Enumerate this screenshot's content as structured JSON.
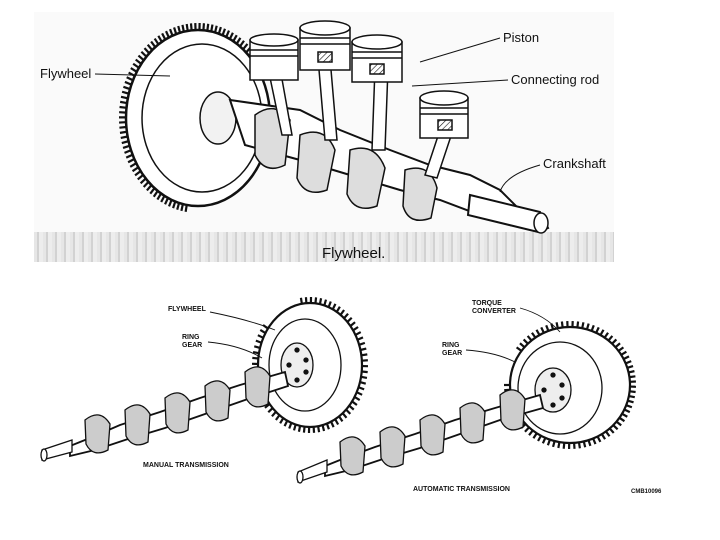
{
  "top_figure": {
    "labels": {
      "flywheel": "Flywheel",
      "piston": "Piston",
      "connecting_rod": "Connecting rod",
      "crankshaft": "Crankshaft"
    },
    "caption": "Flywheel."
  },
  "left_figure": {
    "labels": {
      "flywheel": "FLYWHEEL",
      "ring_gear": "RING\nGEAR"
    },
    "caption": "MANUAL TRANSMISSION"
  },
  "right_figure": {
    "labels": {
      "torque_converter": "TORQUE\nCONVERTER",
      "ring_gear": "RING\nGEAR"
    },
    "caption": "AUTOMATIC TRANSMISSION",
    "code": "CMB10096"
  },
  "colors": {
    "ink": "#111111",
    "paper": "#ffffff",
    "scan_tint": "#e0e0e0"
  }
}
